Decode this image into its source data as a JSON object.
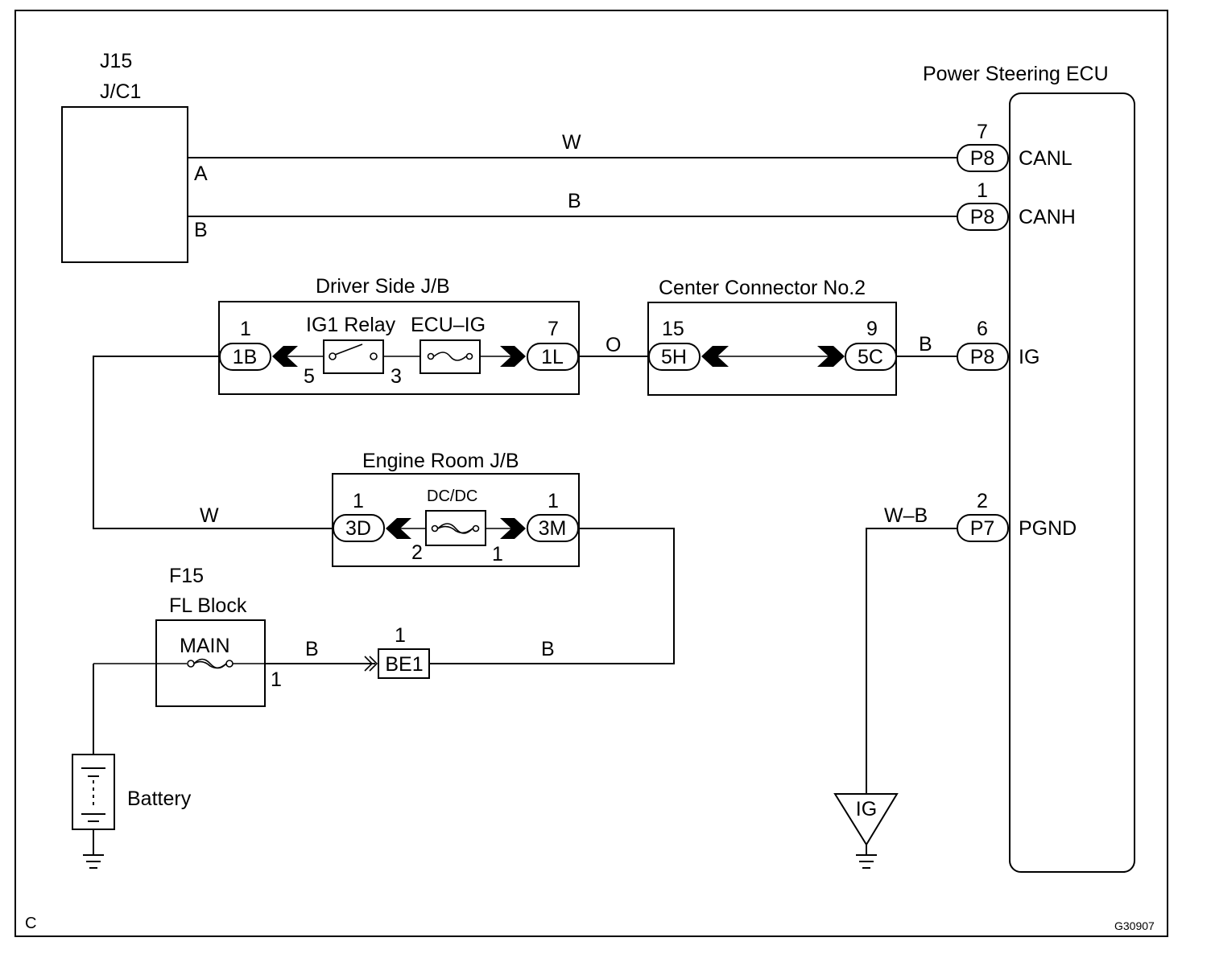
{
  "diagram": {
    "components": {
      "jc1": {
        "code": "J15",
        "name": "J/C1",
        "pin_a": "A",
        "pin_b": "B"
      },
      "ecu": {
        "name": "Power Steering ECU"
      },
      "driver_jb": {
        "name": "Driver Side J/B",
        "relay": "IG1 Relay",
        "fuse": "ECU–IG"
      },
      "center_conn": {
        "name": "Center Connector No.2"
      },
      "engine_jb": {
        "name": "Engine Room J/B",
        "fuse": "DC/DC"
      },
      "fl_block": {
        "code": "F15",
        "name": "FL Block",
        "fuse": "MAIN"
      },
      "battery": {
        "name": "Battery"
      },
      "ground_ig": {
        "label": "IG"
      }
    },
    "ecu_terminals": [
      {
        "pin": "7",
        "conn": "P8",
        "name": "CANL"
      },
      {
        "pin": "1",
        "conn": "P8",
        "name": "CANH"
      },
      {
        "pin": "6",
        "conn": "P8",
        "name": "IG"
      },
      {
        "pin": "2",
        "conn": "P7",
        "name": "PGND"
      }
    ],
    "connectors": {
      "d1": {
        "pin": "1",
        "conn": "1B"
      },
      "d2": {
        "pin": "7",
        "conn": "1L"
      },
      "c1": {
        "pin": "15",
        "conn": "5H"
      },
      "c2": {
        "pin": "9",
        "conn": "5C"
      },
      "e1": {
        "pin": "1",
        "conn": "3D"
      },
      "e2": {
        "pin": "1",
        "conn": "3M"
      },
      "be1": {
        "pin": "1",
        "conn": "BE1"
      }
    },
    "relay_pins": {
      "left": "5",
      "right": "3"
    },
    "dcdc_pins": {
      "left": "2",
      "right": "1"
    },
    "fl_pin": "1",
    "wire_colors": {
      "canl": "W",
      "canh": "B",
      "dj_to_cc": "O",
      "cc_to_ecu": "B",
      "to_engine_jb": "W",
      "fl_to_be1": "B",
      "be1_to_3m": "B",
      "pgnd": "W–B"
    },
    "corner_left": "C",
    "figure_code": "G30907"
  }
}
